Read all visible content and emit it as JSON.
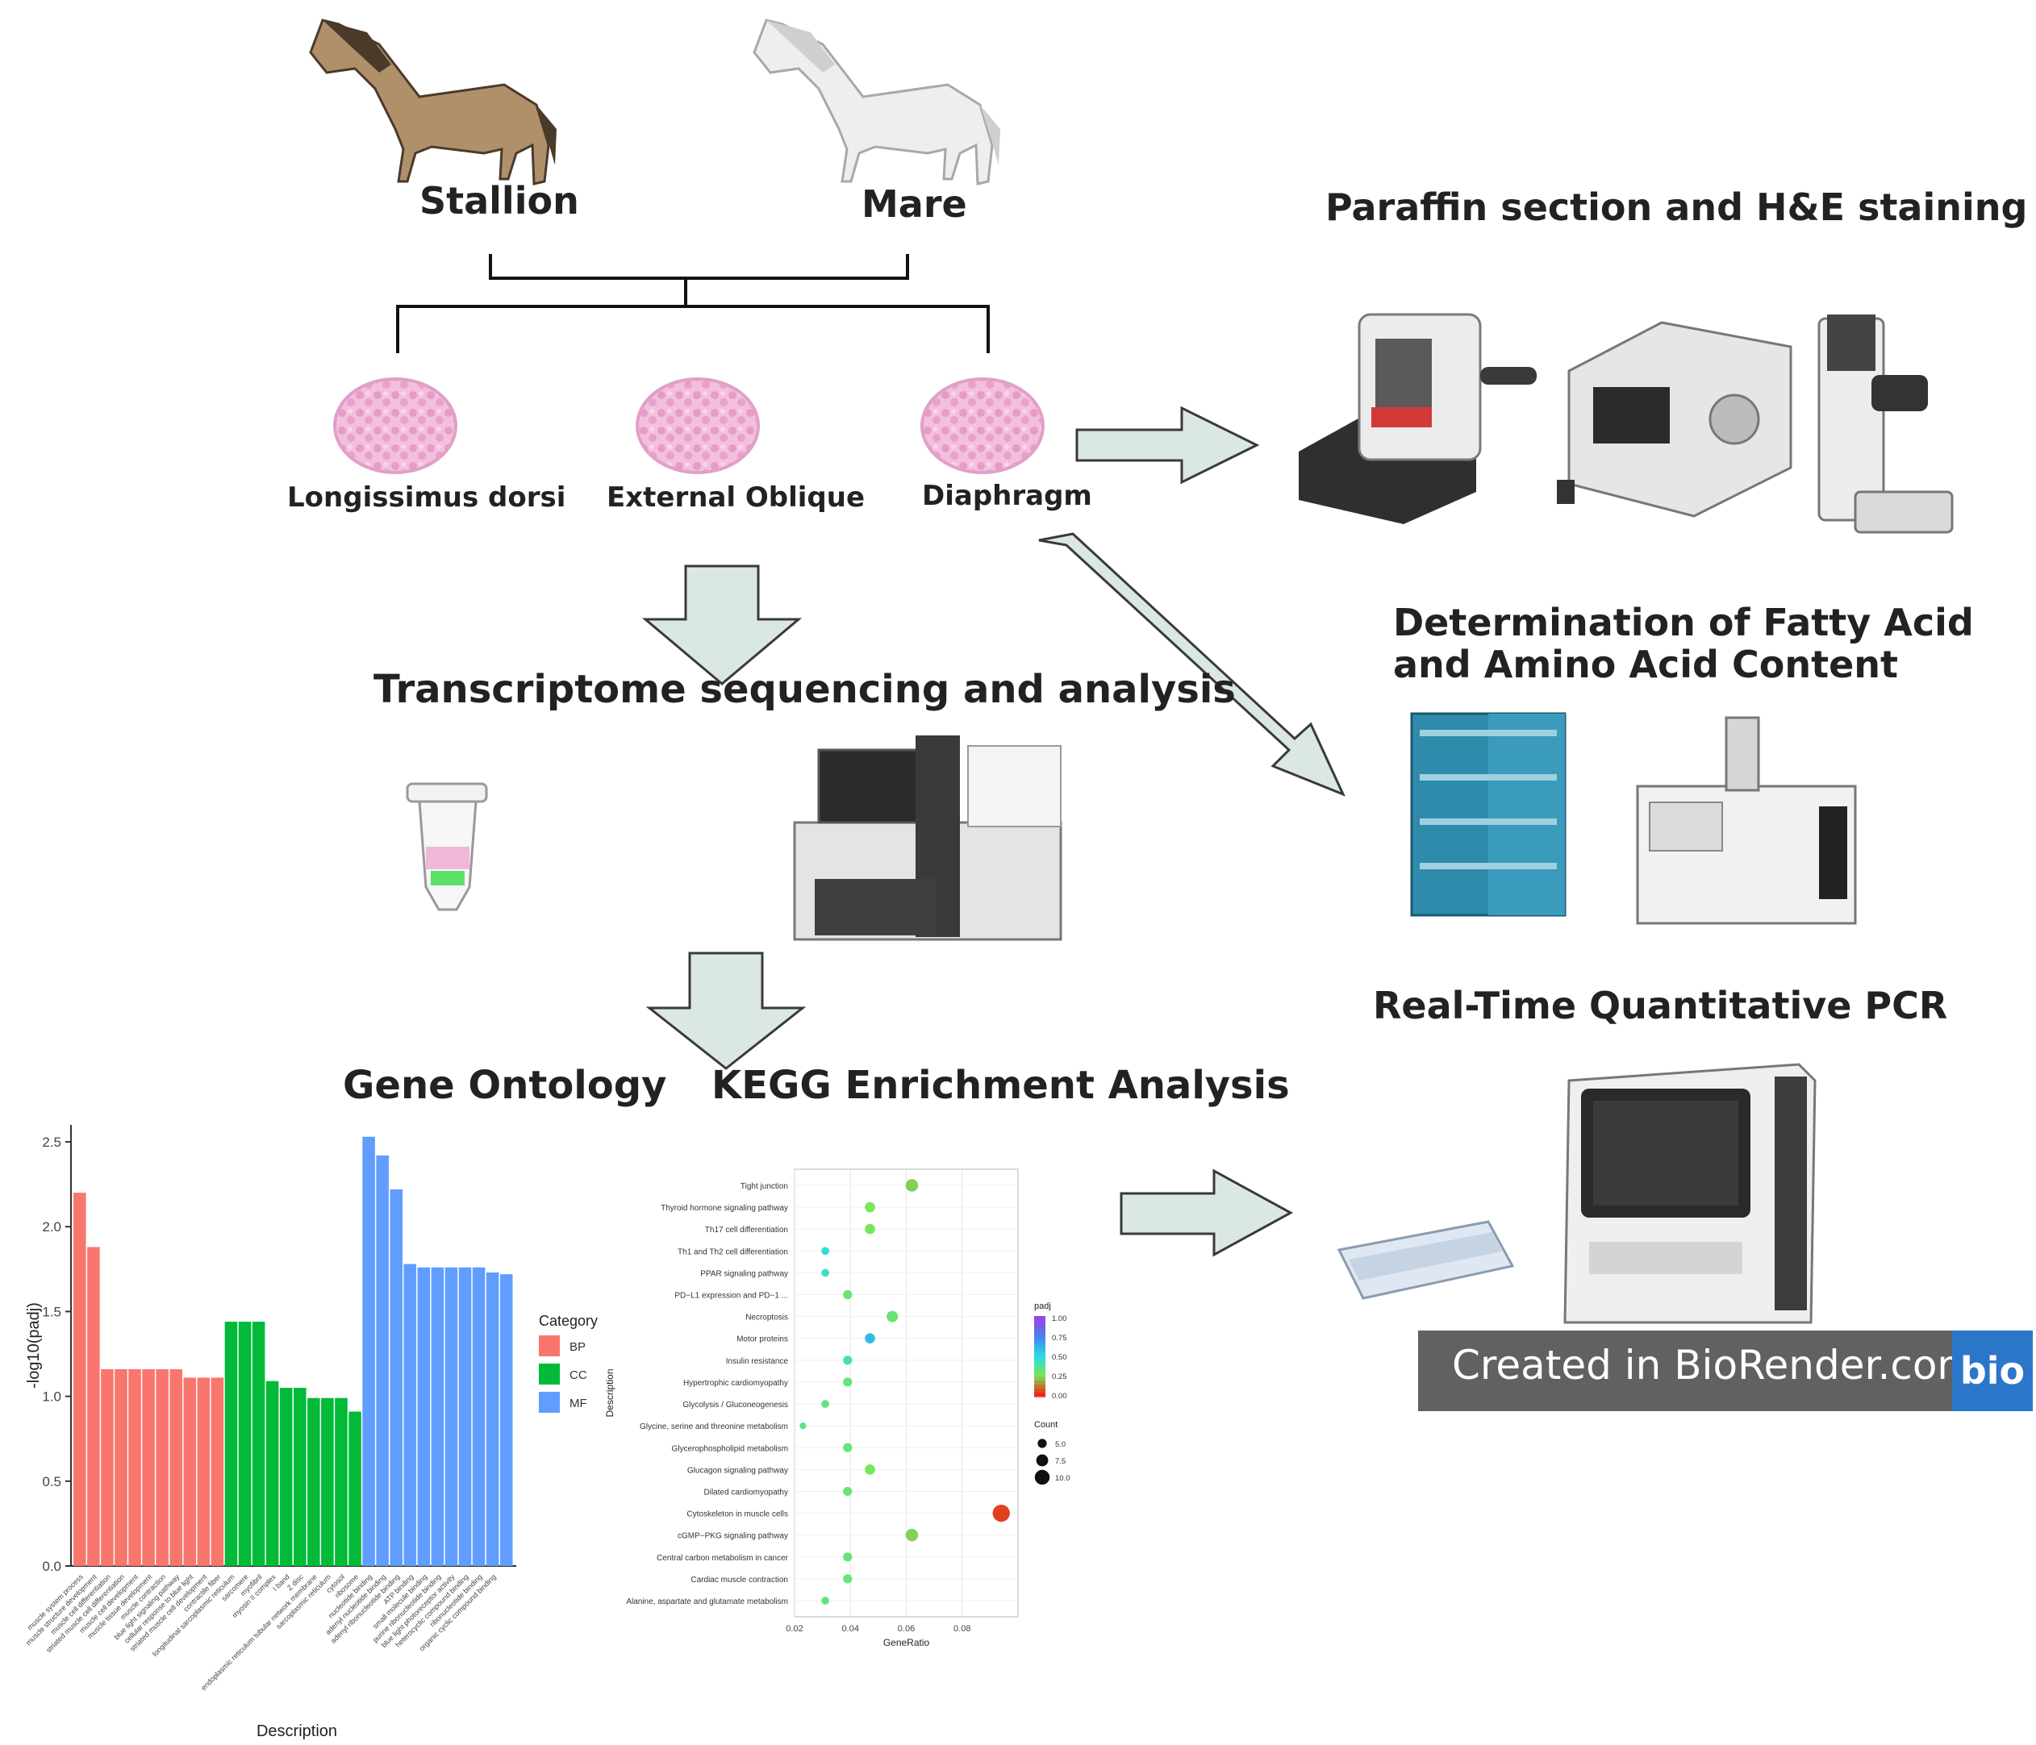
{
  "labels": {
    "stallion": "Stallion",
    "mare": "Mare",
    "paraffin": "Paraffin section and H&E staining",
    "tissue1": "Longissimus dorsi",
    "tissue2": "External Oblique",
    "tissue3": "Diaphragm",
    "fatty_line1": "Determination of Fatty Acid",
    "fatty_line2": "and Amino Acid Content",
    "transcriptome": "Transcriptome sequencing and analysis",
    "qpcr": "Real-Time Quantitative PCR",
    "go": "Gene Ontology",
    "kegg": "KEGG Enrichment Analysis",
    "biorender_text": "Created in BioRender.com",
    "biorender_logo": "bio"
  },
  "icons": [
    "horse-brown-icon",
    "horse-white-icon",
    "muscle-tissue-icon",
    "microtome-icon",
    "tissue-processor-icon",
    "microscope-icon",
    "hplc-instrument-icon",
    "gas-chromatograph-icon",
    "tube-icon",
    "sequencer-icon",
    "pcr-plate-icon",
    "qpcr-machine-icon"
  ],
  "colors": {
    "arrow_fill": "#dbe8e2",
    "arrow_stroke": "#3a3a3a",
    "bp": "#f8766d",
    "cc": "#00ba38",
    "mf": "#619cff"
  },
  "chart_data": [
    {
      "type": "bar",
      "xlabel": "Description",
      "ylabel": "-log10(padj)",
      "ylim": [
        0,
        2.6
      ],
      "yticks": [
        "0.0",
        "0.5",
        "1.0",
        "1.5",
        "2.0",
        "2.5"
      ],
      "legend": {
        "title": "Category",
        "position": "right",
        "entries": [
          "BP",
          "CC",
          "MF"
        ]
      },
      "categories": [
        "muscle system process",
        "muscle structure development",
        "muscle cell differentiation",
        "striated muscle cell differentiation",
        "muscle cell development",
        "muscle tissue development",
        "muscle contraction",
        "blue light signaling pathway",
        "cellular response to blue light",
        "striated muscle cell development",
        "contractile fiber",
        "longitudinal sarcoplasmic reticulum",
        "sarcomere",
        "myofibril",
        "myosin II complex",
        "I band",
        "Z disc",
        "endoplasmic reticulum tubular network membrane",
        "sarcoplasmic reticulum",
        "cytosol",
        "ribosome",
        "nucleotide binding",
        "adenyl nucleotide binding",
        "adenyl ribonucleotide binding",
        "ATP binding",
        "small molecule binding",
        "purine ribonucleotide binding",
        "blue light photoreceptor activity",
        "heterocyclic compound binding",
        "ribonucleotide binding",
        "organic cyclic compound binding"
      ],
      "series": [
        {
          "name": "BP",
          "values": [
            2.2,
            1.88,
            1.16,
            1.16,
            1.16,
            1.16,
            1.16,
            1.16,
            1.11,
            1.11,
            1.11
          ]
        },
        {
          "name": "CC",
          "values": [
            1.44,
            1.44,
            1.44,
            1.09,
            1.05,
            1.05,
            0.99,
            0.99,
            0.99,
            0.91
          ]
        },
        {
          "name": "MF",
          "values": [
            2.53,
            2.42,
            2.22,
            1.78,
            1.76,
            1.76,
            1.76,
            1.76,
            1.76,
            1.73,
            1.72
          ]
        }
      ]
    },
    {
      "type": "scatter",
      "xlabel": "GeneRatio",
      "ylabel": "Description",
      "xlim": [
        0.02,
        0.1
      ],
      "xticks": [
        "0.02",
        "0.04",
        "0.06",
        "0.08"
      ],
      "legend": {
        "color_title": "padj",
        "color_ticks": [
          "1.00",
          "0.75",
          "0.50",
          "0.25",
          "0.00"
        ],
        "size_title": "Count",
        "size_ticks": [
          "5.0",
          "7.5",
          "10.0"
        ],
        "position": "right"
      },
      "points": [
        {
          "term": "Tight junction",
          "x": 0.062,
          "padj": 0.22,
          "count": 8
        },
        {
          "term": "Thyroid hormone signaling pathway",
          "x": 0.047,
          "padj": 0.25,
          "count": 6
        },
        {
          "term": "Th17 cell differentiation",
          "x": 0.047,
          "padj": 0.25,
          "count": 6
        },
        {
          "term": "Th1 and Th2 cell differentiation",
          "x": 0.031,
          "padj": 0.48,
          "count": 4
        },
        {
          "term": "PPAR signaling pathway",
          "x": 0.031,
          "padj": 0.45,
          "count": 4
        },
        {
          "term": "PD−L1 expression and PD−1 ...",
          "x": 0.039,
          "padj": 0.3,
          "count": 5
        },
        {
          "term": "Necroptosis",
          "x": 0.055,
          "padj": 0.3,
          "count": 7
        },
        {
          "term": "Motor proteins",
          "x": 0.047,
          "padj": 0.6,
          "count": 6
        },
        {
          "term": "Insulin resistance",
          "x": 0.039,
          "padj": 0.42,
          "count": 5
        },
        {
          "term": "Hypertrophic cardiomyopathy",
          "x": 0.039,
          "padj": 0.32,
          "count": 5
        },
        {
          "term": "Glycolysis / Gluconeogenesis",
          "x": 0.031,
          "padj": 0.32,
          "count": 4
        },
        {
          "term": "Glycine, serine and threonine metabolism",
          "x": 0.023,
          "padj": 0.32,
          "count": 3
        },
        {
          "term": "Glycerophospholipid metabolism",
          "x": 0.039,
          "padj": 0.3,
          "count": 5
        },
        {
          "term": "Glucagon signaling pathway",
          "x": 0.047,
          "padj": 0.25,
          "count": 6
        },
        {
          "term": "Dilated cardiomyopathy",
          "x": 0.039,
          "padj": 0.3,
          "count": 5
        },
        {
          "term": "Cytoskeleton in muscle cells",
          "x": 0.094,
          "padj": 0.03,
          "count": 12
        },
        {
          "term": "cGMP−PKG signaling pathway",
          "x": 0.062,
          "padj": 0.22,
          "count": 8
        },
        {
          "term": "Central carbon metabolism in cancer",
          "x": 0.039,
          "padj": 0.3,
          "count": 5
        },
        {
          "term": "Cardiac muscle contraction",
          "x": 0.039,
          "padj": 0.3,
          "count": 5
        },
        {
          "term": "Alanine, aspartate and glutamate metabolism",
          "x": 0.031,
          "padj": 0.32,
          "count": 4
        }
      ]
    }
  ]
}
